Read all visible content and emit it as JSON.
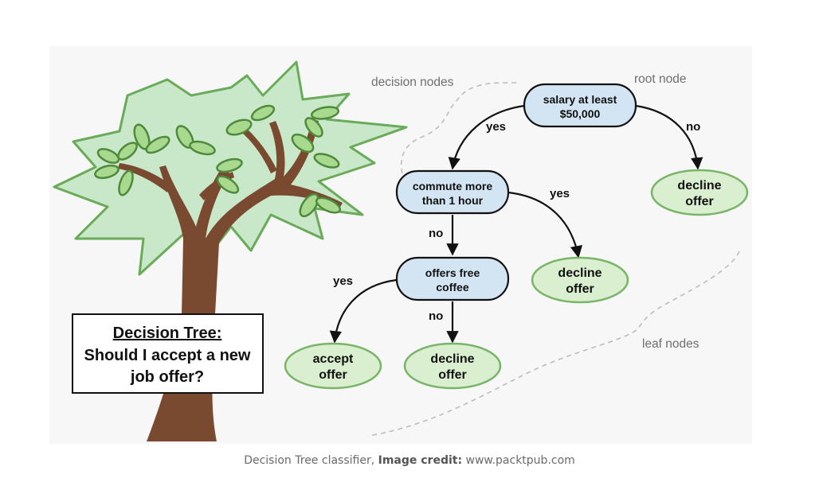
{
  "colors": {
    "decision_fill": "#d3e4f3",
    "leaf_fill": "#d9efd0",
    "leaf_stroke": "#79b468",
    "trunk": "#7a4a30",
    "foliage": "#c9e8c9",
    "leaf": "#a9d98e"
  },
  "annotations": {
    "decision_nodes": "decision nodes",
    "root_node": "root node",
    "leaf_nodes": "leaf nodes"
  },
  "nodes": {
    "root": [
      "salary at least",
      "$50,000"
    ],
    "commute": [
      "commute more",
      "than 1 hour"
    ],
    "coffee": [
      "offers free",
      "coffee"
    ],
    "leaf_decline_1": [
      "decline",
      "offer"
    ],
    "leaf_decline_2": [
      "decline",
      "offer"
    ],
    "leaf_accept": [
      "accept",
      "offer"
    ],
    "leaf_decline_3": [
      "decline",
      "offer"
    ]
  },
  "edges": {
    "root_yes": "yes",
    "root_no": "no",
    "commute_yes": "yes",
    "commute_no": "no",
    "coffee_yes": "yes",
    "coffee_no": "no"
  },
  "title_box": {
    "line1": "Decision Tree:",
    "line2": "Should I accept a new",
    "line3": "job offer?"
  },
  "caption": {
    "prefix": "Decision Tree classifier,",
    "credit_label": "Image credit:",
    "credit_value": "www.packtpub.com"
  }
}
